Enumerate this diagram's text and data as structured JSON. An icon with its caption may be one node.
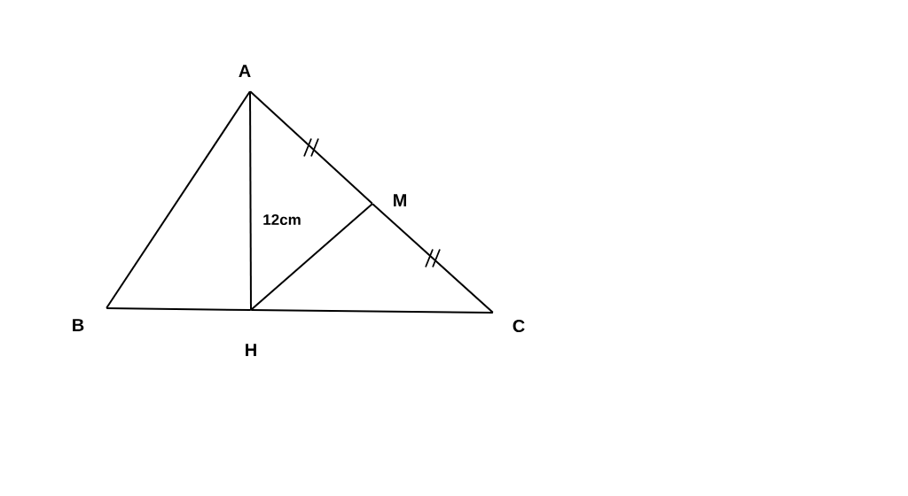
{
  "diagram": {
    "nodes": [
      {
        "text": [
          "A"
        ]
      },
      {
        "text": [
          "B"
        ]
      },
      {
        "text": [
          "C"
        ]
      },
      {
        "text": [
          "H"
        ]
      },
      {
        "text": [
          "M"
        ]
      }
    ],
    "edges": [
      {
        "from": 0,
        "to": 1,
        "arrow": "none"
      },
      {
        "from": 0,
        "to": 3,
        "arrow": "none",
        "label": "12cm"
      },
      {
        "from": 0,
        "to": 4,
        "arrow": "none"
      },
      {
        "from": 4,
        "to": 2,
        "arrow": "none"
      },
      {
        "from": 1,
        "to": 3,
        "arrow": "none"
      },
      {
        "from": 3,
        "to": 2,
        "arrow": "none"
      },
      {
        "from": 3,
        "to": 4,
        "arrow": "none"
      }
    ]
  }
}
